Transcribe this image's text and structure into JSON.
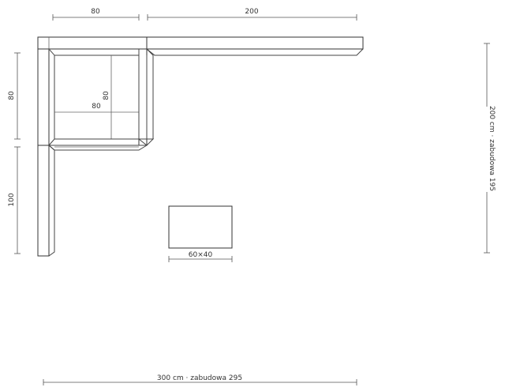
{
  "drawing": {
    "dimensions": {
      "top_left_width": "80",
      "top_right_width": "200",
      "left_upper_height": "80",
      "left_lower_height": "100",
      "inner_width": "80",
      "inner_height": "80",
      "table_size": "60×40",
      "right_total": "200 cm · zabudowa 195",
      "bottom_total": "300 cm · zabudowa 295"
    },
    "colors": {
      "stroke": "#333333",
      "dim_text": "#333333",
      "background": "#ffffff"
    }
  }
}
